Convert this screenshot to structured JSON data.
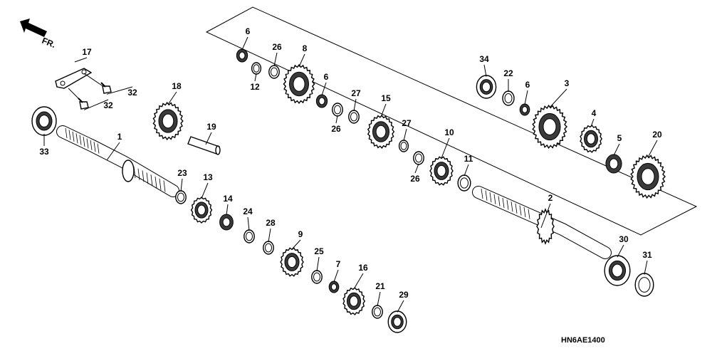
{
  "direction_label": "FR.",
  "diagram_code": "HN6AE1400",
  "colors": {
    "ink": "#000000",
    "paper": "#ffffff",
    "shade": "#3a3a3a"
  },
  "parts": [
    {
      "key": "p17",
      "label": "17",
      "shape": "bracket"
    },
    {
      "key": "p32a",
      "label": "32",
      "shape": "bolt"
    },
    {
      "key": "p32b",
      "label": "32",
      "shape": "bolt"
    },
    {
      "key": "p33",
      "label": "33",
      "shape": "bearing"
    },
    {
      "key": "p1",
      "label": "1",
      "shape": "mainshaft"
    },
    {
      "key": "p18",
      "label": "18",
      "shape": "gear"
    },
    {
      "key": "p19",
      "label": "19",
      "shape": "pin"
    },
    {
      "key": "p23",
      "label": "23",
      "shape": "washer"
    },
    {
      "key": "p13",
      "label": "13",
      "shape": "gear"
    },
    {
      "key": "p14",
      "label": "14",
      "shape": "bushing"
    },
    {
      "key": "p24",
      "label": "24",
      "shape": "washer"
    },
    {
      "key": "p28",
      "label": "28",
      "shape": "washer"
    },
    {
      "key": "p9",
      "label": "9",
      "shape": "gear"
    },
    {
      "key": "p25",
      "label": "25",
      "shape": "washer"
    },
    {
      "key": "p7",
      "label": "7",
      "shape": "bushing"
    },
    {
      "key": "p16",
      "label": "16",
      "shape": "gear"
    },
    {
      "key": "p21",
      "label": "21",
      "shape": "washer"
    },
    {
      "key": "p29",
      "label": "29",
      "shape": "bearing"
    },
    {
      "key": "p6a",
      "label": "6",
      "shape": "bushing"
    },
    {
      "key": "p12",
      "label": "12",
      "shape": "washer"
    },
    {
      "key": "p26a",
      "label": "26",
      "shape": "washer"
    },
    {
      "key": "p8",
      "label": "8",
      "shape": "gear"
    },
    {
      "key": "p6b",
      "label": "6",
      "shape": "bushing"
    },
    {
      "key": "p26b",
      "label": "26",
      "shape": "washer"
    },
    {
      "key": "p27a",
      "label": "27",
      "shape": "washer"
    },
    {
      "key": "p15",
      "label": "15",
      "shape": "gear"
    },
    {
      "key": "p27b",
      "label": "27",
      "shape": "washer"
    },
    {
      "key": "p26c",
      "label": "26",
      "shape": "washer"
    },
    {
      "key": "p10",
      "label": "10",
      "shape": "gear"
    },
    {
      "key": "p11",
      "label": "11",
      "shape": "washer"
    },
    {
      "key": "p34",
      "label": "34",
      "shape": "bearing"
    },
    {
      "key": "p22",
      "label": "22",
      "shape": "washer"
    },
    {
      "key": "p6c",
      "label": "6",
      "shape": "bushing"
    },
    {
      "key": "p3",
      "label": "3",
      "shape": "gear"
    },
    {
      "key": "p4",
      "label": "4",
      "shape": "gear"
    },
    {
      "key": "p5",
      "label": "5",
      "shape": "bushing"
    },
    {
      "key": "p20",
      "label": "20",
      "shape": "gear"
    },
    {
      "key": "p2",
      "label": "2",
      "shape": "countershaft"
    },
    {
      "key": "p30",
      "label": "30",
      "shape": "bearing"
    },
    {
      "key": "p31",
      "label": "31",
      "shape": "washer"
    }
  ]
}
